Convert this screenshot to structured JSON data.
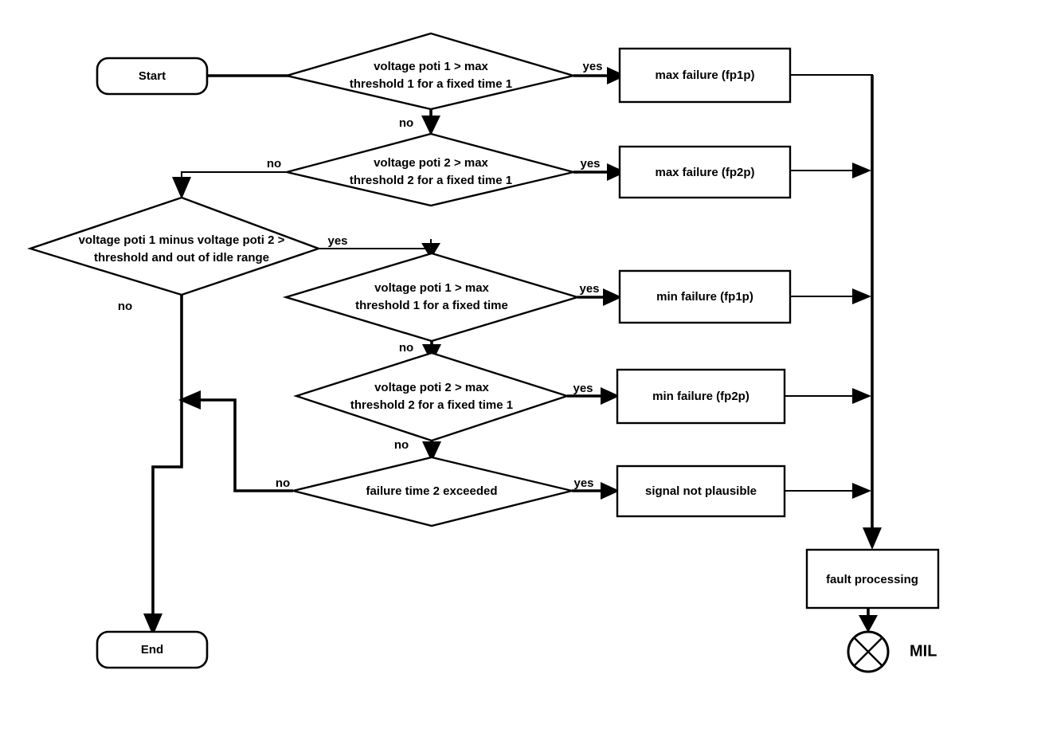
{
  "diagram": {
    "title": "Potentiometer voltage plausibility fault flowchart",
    "background_color": "#ffffff",
    "stroke_color": "#000000"
  },
  "nodes": {
    "start": {
      "label": "Start",
      "shape": "terminator"
    },
    "end": {
      "label": "End",
      "shape": "terminator"
    },
    "d1_line1": "voltage poti 1 > max",
    "d1_line2": "threshold 1 for a fixed time 1",
    "d2_line1": "voltage poti 2 > max",
    "d2_line2": "threshold 2 for a fixed time 1",
    "d3_line1": "voltage poti 1 minus voltage poti 2 >",
    "d3_line2": "threshold and out of  idle range",
    "d4_line1": "voltage poti 1 > max",
    "d4_line2": "threshold 1 for a fixed time",
    "d5_line1": "voltage poti 2 > max",
    "d5_line2": "threshold 2 for a fixed time 1",
    "d6_line1": "failure time 2 exceeded",
    "b1": "max failure (fp1p)",
    "b2": "max failure (fp2p)",
    "b3": "min failure (fp1p)",
    "b4": "min failure (fp2p)",
    "b5": "signal not plausible",
    "b6": "fault processing",
    "mil": "MIL"
  },
  "edge_labels": {
    "d1_yes": "yes",
    "d1_no": "no",
    "d2_yes": "yes",
    "d2_no": "no",
    "d3_yes": "yes",
    "d3_no": "no",
    "d4_yes": "yes",
    "d4_no": "no",
    "d5_yes": "yes",
    "d5_no": "no",
    "d6_yes": "yes",
    "d6_no": "no"
  }
}
